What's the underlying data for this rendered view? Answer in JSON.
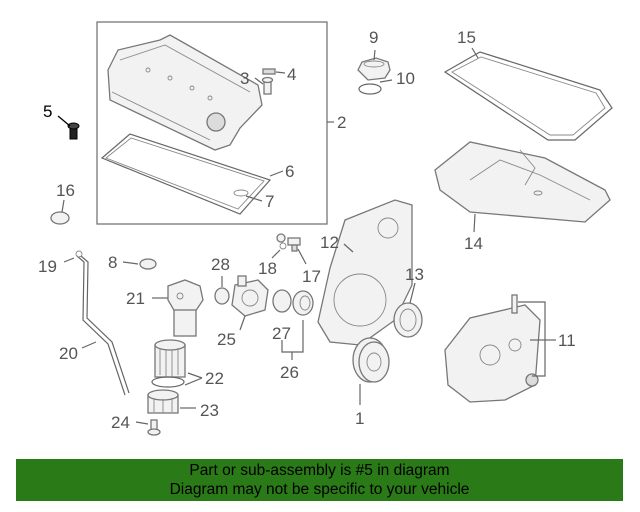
{
  "diagram": {
    "labels": {
      "l1": "1",
      "l2": "2",
      "l3": "3",
      "l4": "4",
      "l5": "5",
      "l6": "6",
      "l7": "7",
      "l8": "8",
      "l9": "9",
      "l10": "10",
      "l11": "11",
      "l12": "12",
      "l13": "13",
      "l14": "14",
      "l15": "15",
      "l16": "16",
      "l17": "17",
      "l18": "18",
      "l19": "19",
      "l20": "20",
      "l21": "21",
      "l22": "22",
      "l23": "23",
      "l24": "24",
      "l25": "25",
      "l26": "26",
      "l27": "27",
      "l28": "28"
    },
    "highlight_color": "#000000",
    "part_color": "#777777"
  },
  "banner": {
    "line1": "Part or sub-assembly is #5 in diagram",
    "line2": "Diagram may not be specific to your vehicle",
    "background": "#2a7a18"
  }
}
